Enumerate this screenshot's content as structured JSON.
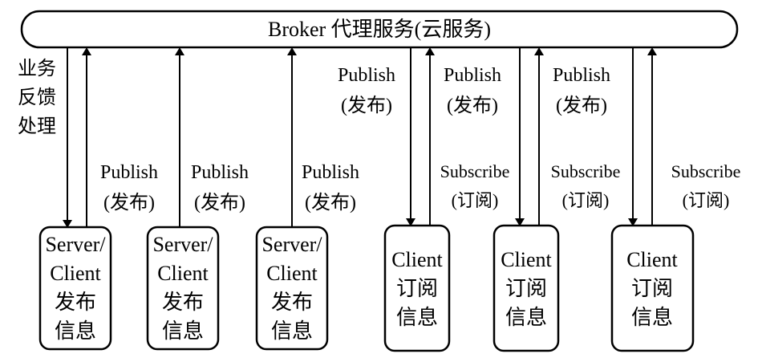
{
  "broker": {
    "label": "Broker 代理服务(云服务)"
  },
  "feedback": {
    "lines": [
      "业务",
      "反馈",
      "处理"
    ]
  },
  "boxes": [
    {
      "lines": [
        "Server/",
        "Client",
        "发布",
        "信息"
      ]
    },
    {
      "lines": [
        "Server/",
        "Client",
        "发布",
        "信息"
      ]
    },
    {
      "lines": [
        "Server/",
        "Client",
        "发布",
        "信息"
      ]
    },
    {
      "lines": [
        "Client",
        "订阅",
        "信息"
      ]
    },
    {
      "lines": [
        "Client",
        "订阅",
        "信息"
      ]
    },
    {
      "lines": [
        "Client",
        "订阅",
        "信息"
      ]
    }
  ],
  "arrow_labels": [
    {
      "lines": [
        "Publish",
        "(发布)"
      ]
    },
    {
      "lines": [
        "Publish",
        "(发布)"
      ]
    },
    {
      "lines": [
        "Publish",
        "(发布)"
      ]
    },
    {
      "lines": [
        "Publish",
        "(发布)"
      ]
    },
    {
      "lines": [
        "Publish",
        "(发布)"
      ]
    },
    {
      "lines": [
        "Publish",
        "(发布)"
      ]
    },
    {
      "lines": [
        "Subscribe",
        "(订阅)"
      ]
    },
    {
      "lines": [
        "Subscribe",
        "(订阅)"
      ]
    },
    {
      "lines": [
        "Subscribe",
        "(订阅)"
      ]
    }
  ]
}
